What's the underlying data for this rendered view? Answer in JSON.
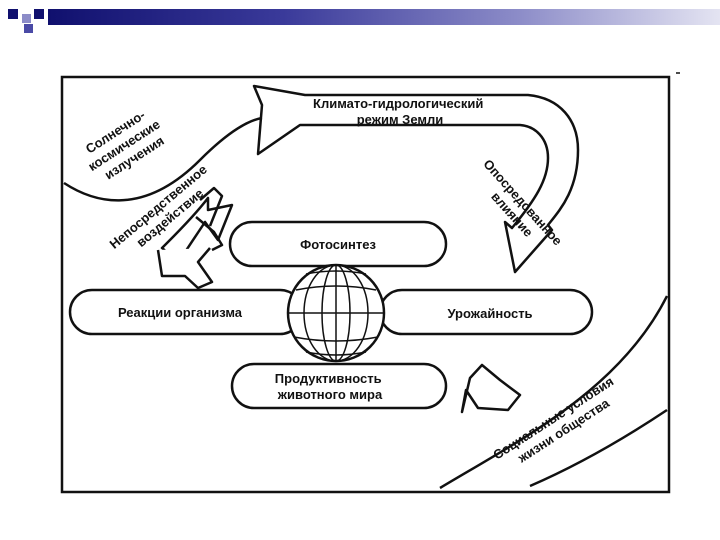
{
  "theme": {
    "accent_dark": "#10106e",
    "accent_mid": "#4a4aa6",
    "accent_light": "#b8b8e0",
    "ink": "#111111"
  },
  "diagram": {
    "climate_regime": [
      "Климато-гидрологический",
      "режим Земли"
    ],
    "solar_radiation": [
      "Солнечно-",
      "космические",
      "излучения"
    ],
    "direct_impact": [
      "Непосредственное",
      "воздействие"
    ],
    "indirect_impact": [
      "Опосредованное",
      "влияние"
    ],
    "photosynthesis": "Фотосинтез",
    "organism_reactions": "Реакции организма",
    "crop_yield": "Урожайность",
    "animal_productivity": [
      "Продуктивность",
      "животного мира"
    ],
    "social_conditions": [
      "Социальные условия",
      "жизни общества"
    ],
    "globe_icon": "globe-icon"
  }
}
